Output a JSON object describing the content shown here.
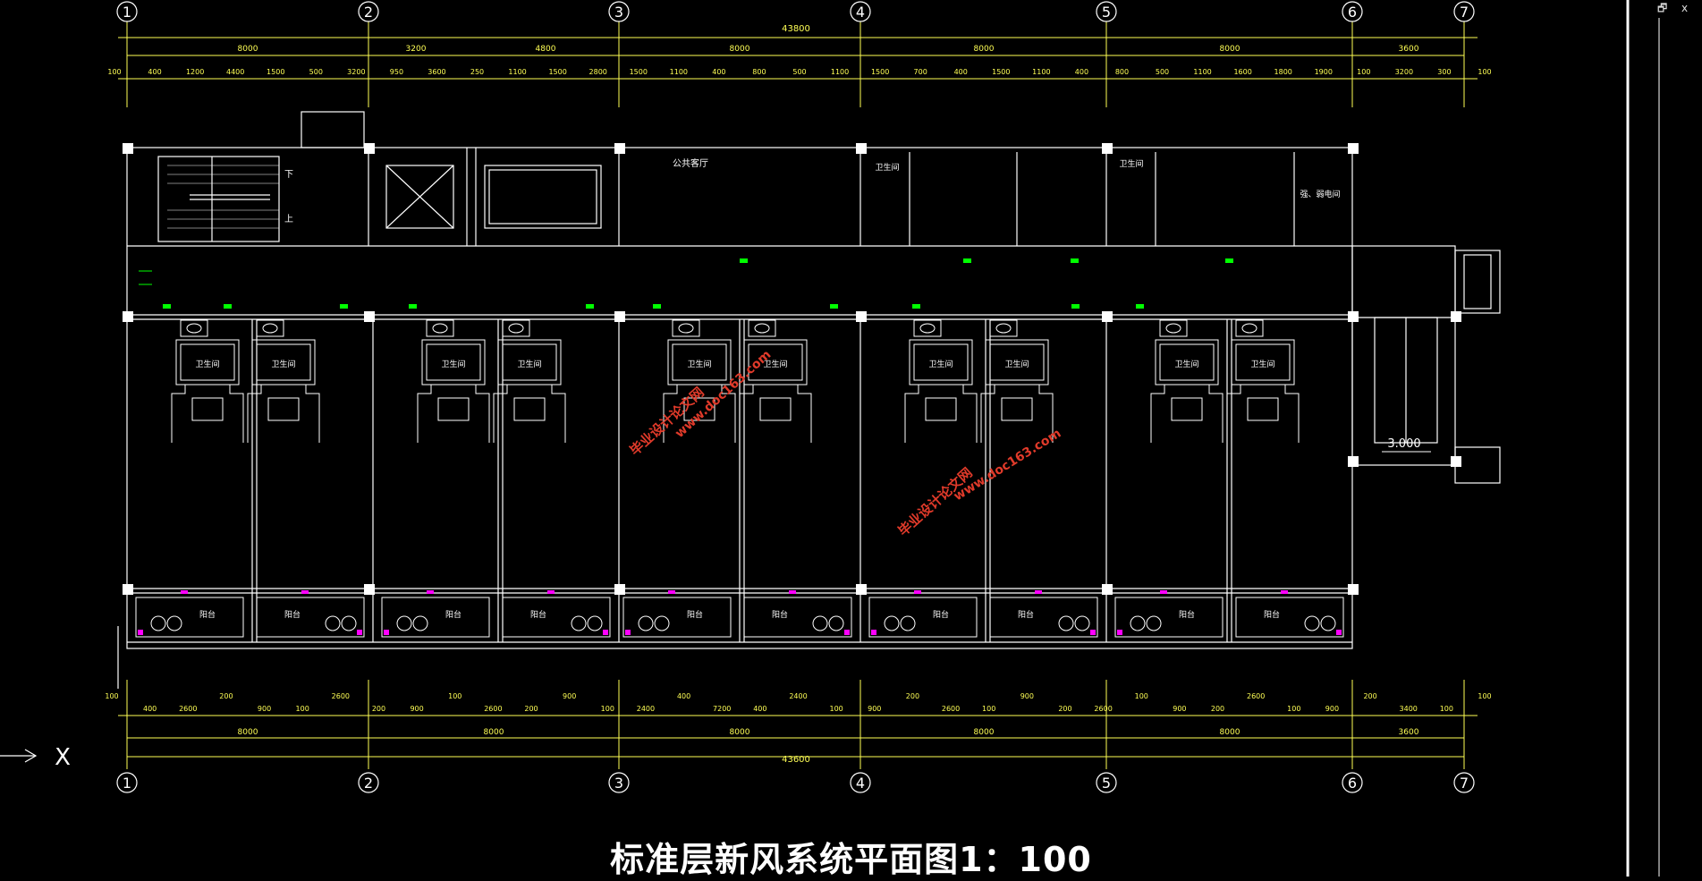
{
  "window": {
    "restore_icon": "restore-window-icon",
    "close_icon": "close-icon",
    "restore_glyph": "🗗",
    "close_glyph": "x"
  },
  "colors": {
    "background": "#000000",
    "line": "#ffffff",
    "dimension": "#ffff55",
    "accent_magenta": "#ff00ff",
    "accent_green": "#00ff00",
    "watermark": "#e03a2a"
  },
  "drawing": {
    "title": "标准层新风系统平面图1：100",
    "axes_top": [
      "1",
      "2",
      "3",
      "4",
      "5",
      "6",
      "7"
    ],
    "axes_bottom": [
      "1",
      "2",
      "3",
      "4",
      "5",
      "6",
      "7"
    ],
    "overall_dim": "43800",
    "overall_dim_bottom": "43600",
    "top_bay_dims": [
      "8000",
      "3200",
      "4800",
      "8000",
      "8000",
      "8000",
      "3600"
    ],
    "top_detail_dims": [
      "100",
      "400",
      "1200",
      "4400",
      "1500",
      "500",
      "3200",
      "950",
      "3600",
      "250",
      "1100",
      "1500",
      "2800",
      "1500",
      "1100",
      "400",
      "800",
      "500",
      "1100",
      "1500",
      "700",
      "400",
      "1500",
      "1100",
      "400",
      "800",
      "500",
      "1100",
      "1600",
      "1800",
      "1900",
      "100",
      "3200",
      "300",
      "100"
    ],
    "bottom_bay_dims": [
      "8000",
      "8000",
      "8000",
      "8000",
      "8000",
      "3600"
    ],
    "bottom_detail_dims": [
      "100",
      "400",
      "2600",
      "200",
      "900",
      "100",
      "2600",
      "200",
      "900",
      "100",
      "2600",
      "200",
      "900",
      "100",
      "2400",
      "400",
      "7200",
      "400",
      "2400",
      "100",
      "900",
      "200",
      "2600",
      "100",
      "900",
      "200",
      "2600",
      "100",
      "900",
      "200",
      "2600",
      "100",
      "900",
      "200",
      "3400",
      "100",
      "100"
    ],
    "room_labels": {
      "public_hall": "公共客厅",
      "toilet": "卫生间",
      "electric_room": "强、弱电间",
      "balcony": "阳台",
      "stair_up": "上",
      "stair_down": "下"
    },
    "elevation": "3.000",
    "ucs_label": "X",
    "watermark_lines": [
      "毕业设计论文网",
      "www.doc163.com"
    ]
  }
}
